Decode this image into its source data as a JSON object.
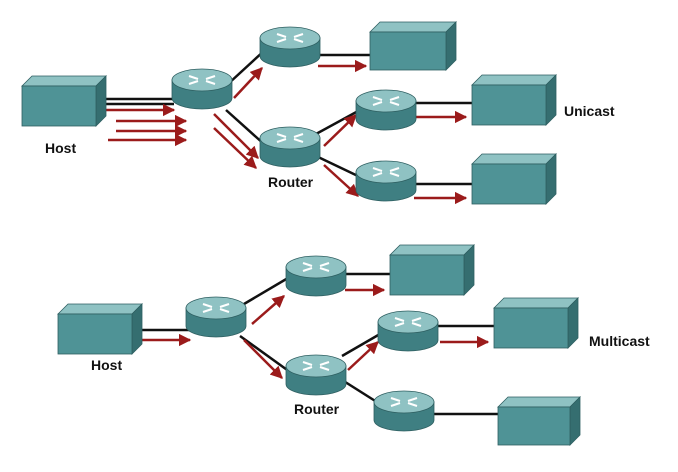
{
  "unicast": {
    "host_label": "Host",
    "router_label": "Router",
    "mode_label": "Unicast"
  },
  "multicast": {
    "host_label": "Host",
    "router_label": "Router",
    "mode_label": "Multicast"
  },
  "colors": {
    "device_face": "#4f9396",
    "device_top": "#8fc2c3",
    "device_side": "#356e70",
    "link": "#111111",
    "flow_arrow": "#9b1b1b"
  }
}
